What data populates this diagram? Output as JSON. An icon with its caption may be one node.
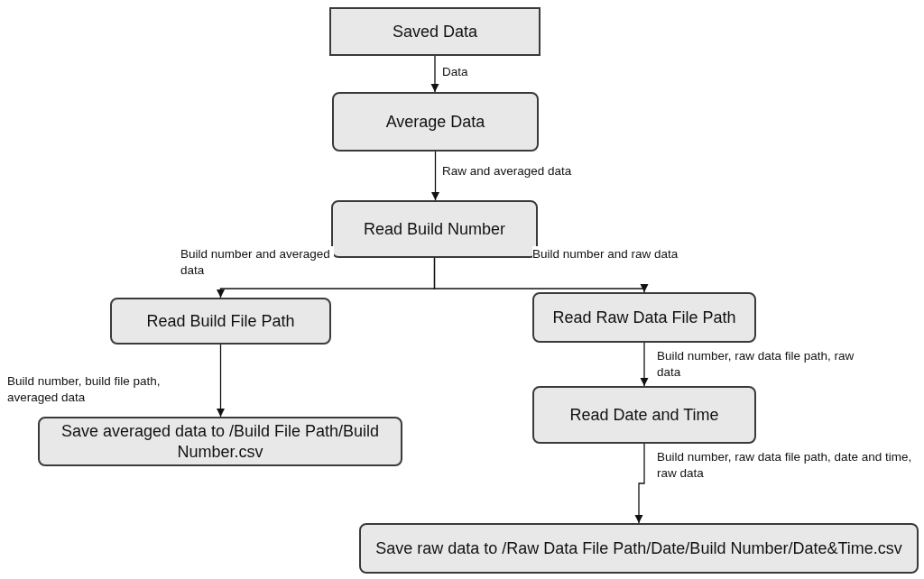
{
  "diagram": {
    "nodes": [
      {
        "text": [
          "Saved Data"
        ]
      },
      {
        "text": [
          "Average Data"
        ]
      },
      {
        "text": [
          "Read Build Number"
        ]
      },
      {
        "text": [
          "Read Build File Path"
        ]
      },
      {
        "text": [
          "Read Raw Data File Path"
        ]
      },
      {
        "text": [
          "Save averaged data to /Build File Path/Build Number.csv"
        ]
      },
      {
        "text": [
          "Read Date and Time"
        ]
      },
      {
        "text": [
          "Save raw data to /Raw Data File Path/Date/Build Number/Date&Time.csv"
        ]
      }
    ],
    "edges": [
      {
        "from": 0,
        "to": 1,
        "arrow": "to",
        "label": "Data"
      },
      {
        "from": 1,
        "to": 2,
        "arrow": "to",
        "label": "Raw and averaged data"
      },
      {
        "from": 2,
        "to": 3,
        "arrow": "to",
        "label": "Build number and averaged data"
      },
      {
        "from": 2,
        "to": 4,
        "arrow": "to",
        "label": "Build number and raw data"
      },
      {
        "from": 3,
        "to": 5,
        "arrow": "to",
        "label": "Build number, build file path, averaged data"
      },
      {
        "from": 4,
        "to": 6,
        "arrow": "to",
        "label": "Build number, raw data file path, raw data"
      },
      {
        "from": 6,
        "to": 7,
        "arrow": "to",
        "label": "Build number, raw data file path, date and time, raw data"
      }
    ]
  }
}
